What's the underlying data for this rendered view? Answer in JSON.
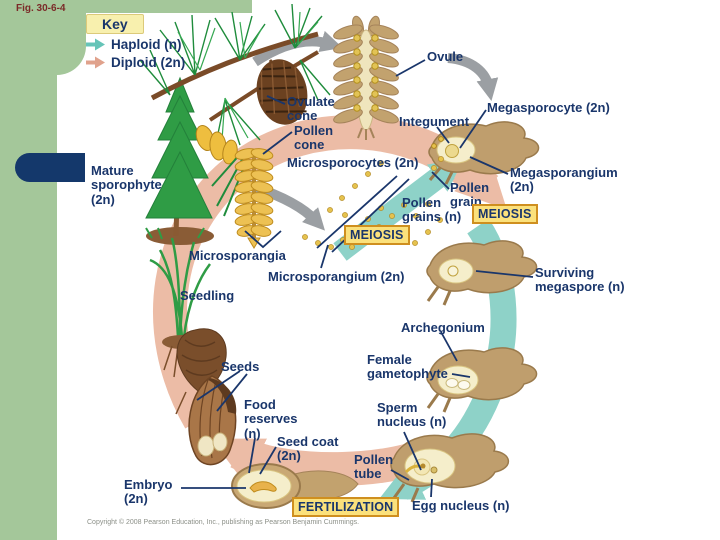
{
  "fig_label": "Fig. 30-6-4",
  "key": {
    "title": "Key",
    "items": [
      {
        "name": "haploid",
        "label": "Haploid (n)",
        "color": "#66c4b8"
      },
      {
        "name": "diploid",
        "label": "Diploid (2n)",
        "color": "#e0a28c"
      }
    ]
  },
  "badges": {
    "meiosis_top": "MEIOSIS",
    "meiosis_right": "MEIOSIS",
    "fertilization": "FERTILIZATION"
  },
  "labels": {
    "ovule": "Ovule",
    "ovulate_cone": "Ovulate cone",
    "pollen_cone": "Pollen cone",
    "microsporocytes": "Microsporocytes (2n)",
    "megasporocyte": "Megasporocyte (2n)",
    "integument": "Integument",
    "megasporangium": "Megasporangium (2n)",
    "pollen_grain": "Pollen grain",
    "pollen_grains": "Pollen grains (n)",
    "mature_sporophyte": "Mature sporophyte (2n)",
    "microsporangia": "Microsporangia",
    "microsporangium": "Microsporangium (2n)",
    "seedling": "Seedling",
    "surviving_megaspore": "Surviving megaspore (n)",
    "archegonium": "Archegonium",
    "female_gametophyte": "Female gametophyte",
    "seeds": "Seeds",
    "sperm_nucleus": "Sperm nucleus (n)",
    "food_reserves": "Food reserves (n)",
    "seed_coat": "Seed coat (2n)",
    "pollen_tube": "Pollen tube",
    "embryo": "Embryo (2n)",
    "egg_nucleus": "Egg nucleus (n)"
  },
  "colors": {
    "background_green": "#a4c79a",
    "haploid_teal": "#8ed2c8",
    "diploid_pink": "#ecbca6",
    "label_navy": "#1a366b",
    "badge_yellow": "#fbe17c"
  },
  "copyright": "Copyright © 2008 Pearson Education, Inc., publishing as Pearson Benjamin Cummings."
}
